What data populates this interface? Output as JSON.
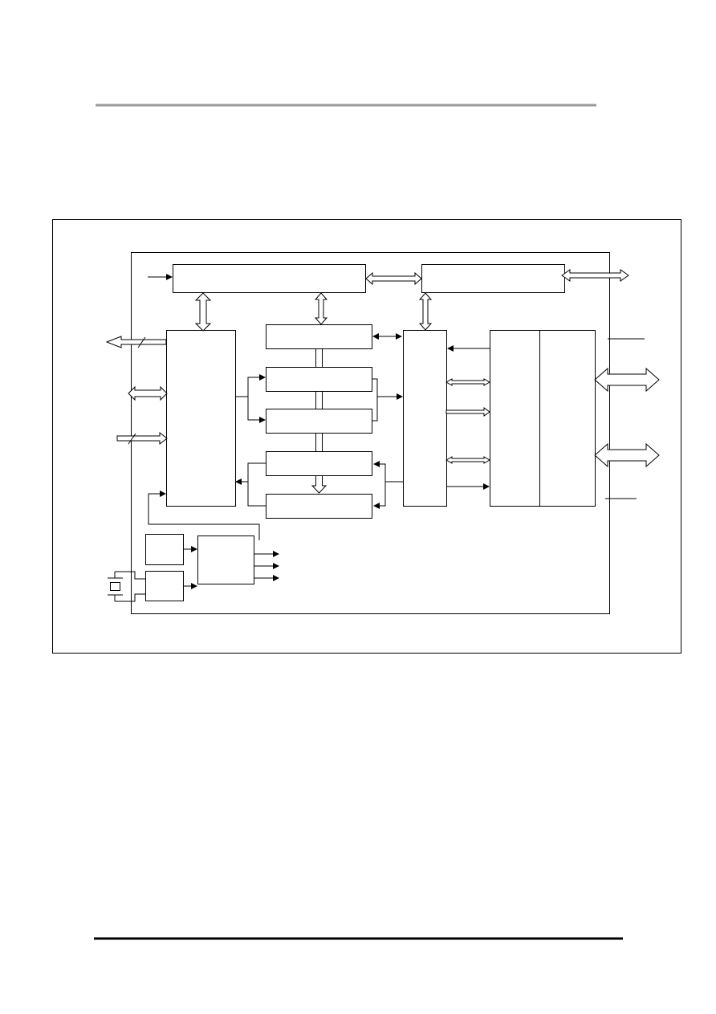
{
  "page": {
    "header_rule": "gray",
    "footer_rule": "black"
  },
  "diagram": {
    "title": "",
    "blocks": [
      {
        "id": "top-bar-left"
      },
      {
        "id": "top-bar-right"
      },
      {
        "id": "left-controller"
      },
      {
        "id": "stack-block-1"
      },
      {
        "id": "stack-block-2"
      },
      {
        "id": "stack-block-3"
      },
      {
        "id": "stack-block-4"
      },
      {
        "id": "stack-block-5"
      },
      {
        "id": "bus-interface"
      },
      {
        "id": "right-unit"
      },
      {
        "id": "small-block-top"
      },
      {
        "id": "small-block-bottom"
      },
      {
        "id": "clock-block"
      }
    ],
    "labels": []
  },
  "colors": {
    "stroke": "#000000",
    "header_rule": "#999999",
    "background": "#ffffff"
  }
}
